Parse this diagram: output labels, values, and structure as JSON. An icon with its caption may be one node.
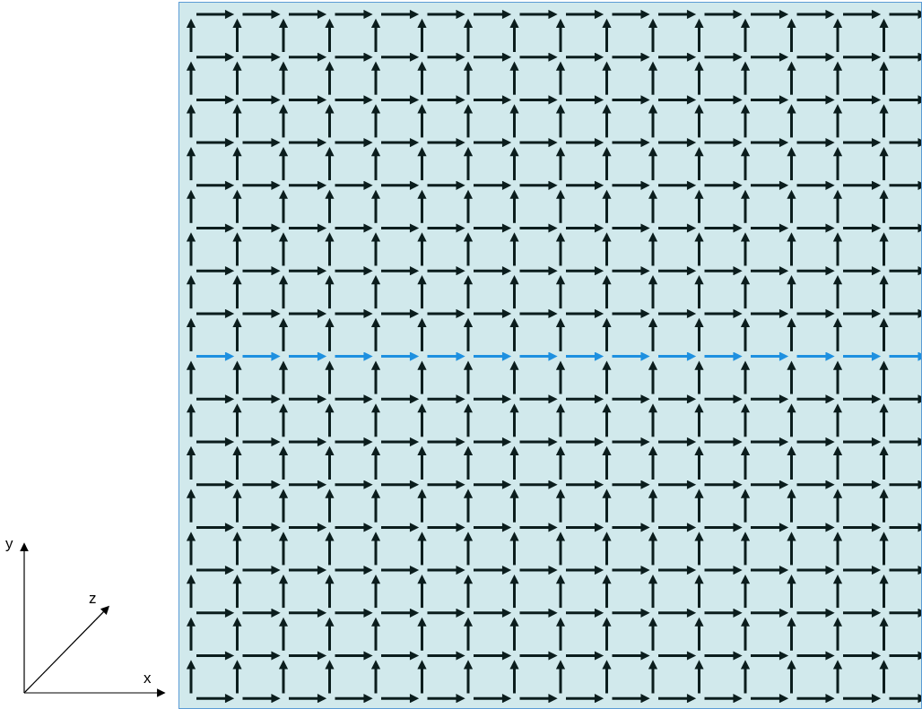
{
  "diagram": {
    "labels": [
      "y",
      "z",
      "x"
    ]
  }
}
